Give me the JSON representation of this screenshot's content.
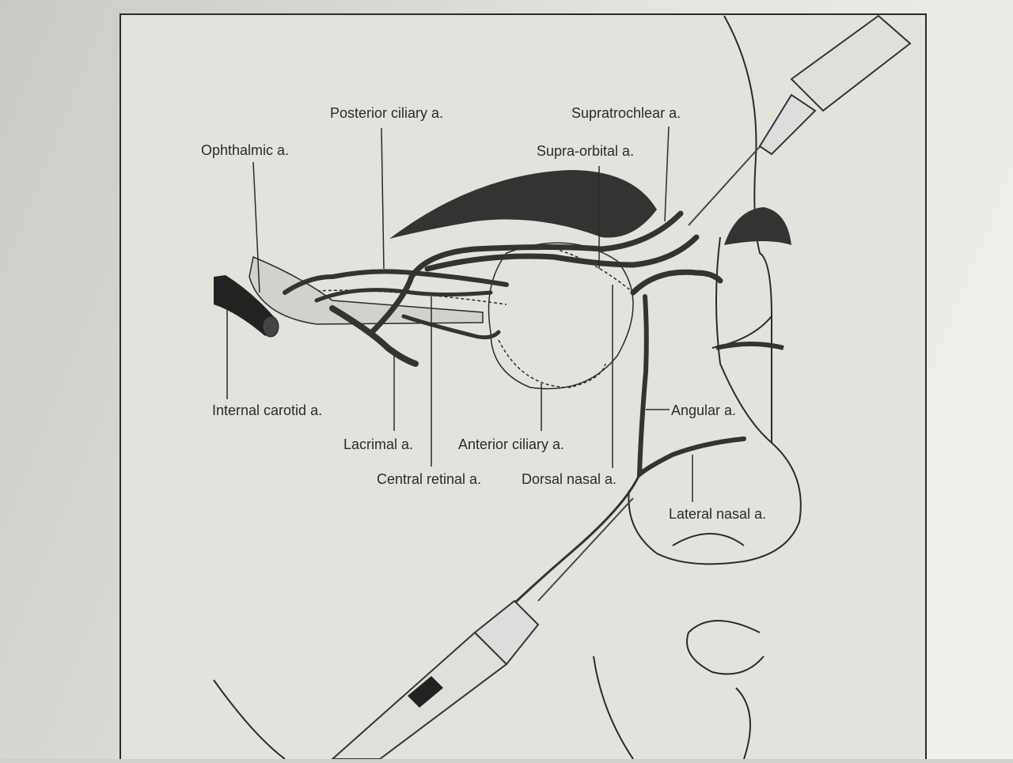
{
  "labels": {
    "posterior_ciliary": "Posterior ciliary a.",
    "supratrochlear": "Supratrochlear a.",
    "ophthalmic": "Ophthalmic a.",
    "supra_orbital": "Supra-orbital a.",
    "internal_carotid": "Internal carotid a.",
    "angular": "Angular a.",
    "lacrimal": "Lacrimal a.",
    "anterior_ciliary": "Anterior ciliary a.",
    "central_retinal": "Central retinal a.",
    "dorsal_nasal": "Dorsal nasal a.",
    "lateral_nasal": "Lateral nasal a."
  },
  "colors": {
    "ink": "#2a2a2a",
    "paper": "#e6e6e1",
    "vessel": "#333333"
  }
}
